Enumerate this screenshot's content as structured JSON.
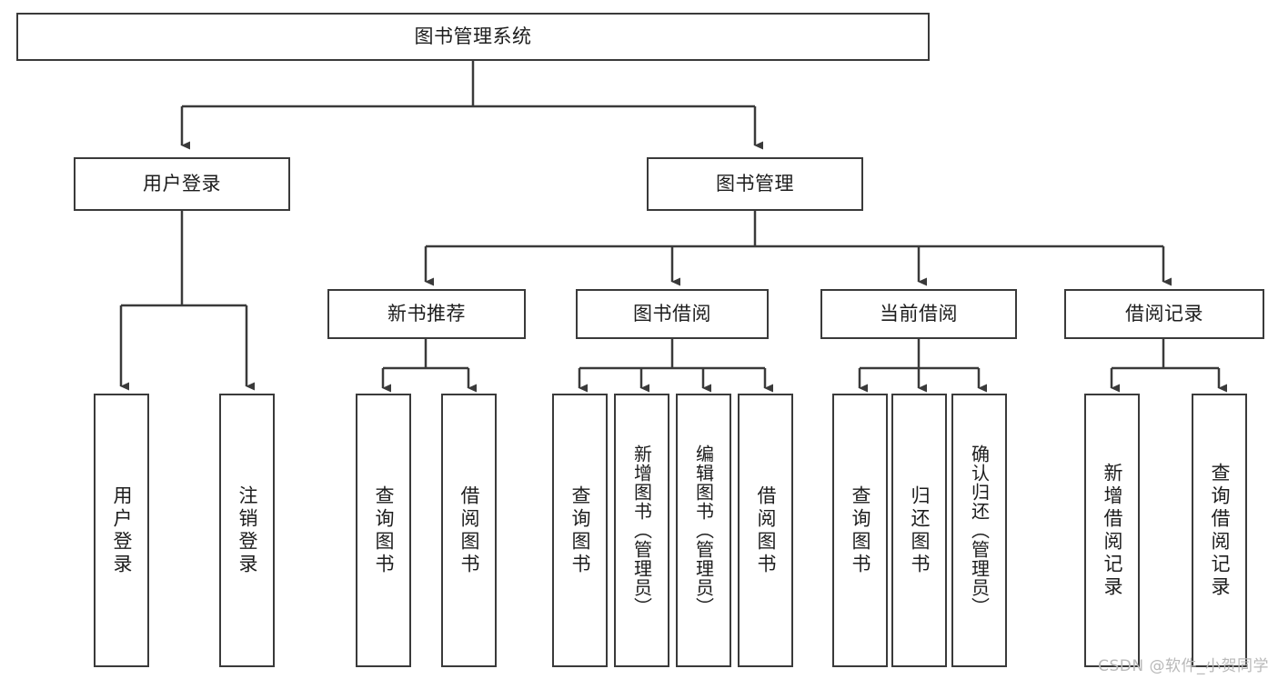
{
  "diagram": {
    "title": "图书管理系统",
    "type": "tree-hierarchy",
    "root": {
      "id": "root",
      "label": "图书管理系统"
    },
    "level2": [
      {
        "id": "user-login",
        "label": "用户登录"
      },
      {
        "id": "book-management",
        "label": "图书管理"
      }
    ],
    "level3": [
      {
        "id": "new-book-recommend",
        "label": "新书推荐",
        "parent": "book-management"
      },
      {
        "id": "book-borrow",
        "label": "图书借阅",
        "parent": "book-management"
      },
      {
        "id": "current-borrow",
        "label": "当前借阅",
        "parent": "book-management"
      },
      {
        "id": "borrow-record",
        "label": "借阅记录",
        "parent": "book-management"
      }
    ],
    "leaves": {
      "user_login": [
        {
          "id": "leaf-user-login",
          "label": "用户登录"
        },
        {
          "id": "leaf-user-logout",
          "label": "注销登录"
        }
      ],
      "new_book_recommend": [
        {
          "id": "leaf-query-book-1",
          "label": "查询图书"
        },
        {
          "id": "leaf-borrow-book-1",
          "label": "借阅图书"
        }
      ],
      "book_borrow": [
        {
          "id": "leaf-query-book-2",
          "label": "查询图书"
        },
        {
          "id": "leaf-add-book",
          "label": "新增图书（管理员）"
        },
        {
          "id": "leaf-edit-book",
          "label": "编辑图书（管理员）"
        },
        {
          "id": "leaf-borrow-book-2",
          "label": "借阅图书"
        }
      ],
      "current_borrow": [
        {
          "id": "leaf-query-book-3",
          "label": "查询图书"
        },
        {
          "id": "leaf-return-book",
          "label": "归还图书"
        },
        {
          "id": "leaf-confirm-return",
          "label": "确认归还（管理员）"
        }
      ],
      "borrow_record": [
        {
          "id": "leaf-add-record",
          "label": "新增借阅记录"
        },
        {
          "id": "leaf-query-record",
          "label": "查询借阅记录"
        }
      ]
    }
  },
  "watermark": {
    "text": "CSDN @软件_小贺同学"
  },
  "colors": {
    "border": "#3a3a3a",
    "text": "#1d1d1d",
    "background": "#ffffff",
    "connector": "#3a3a3a",
    "watermark": "#b9b9b9"
  }
}
